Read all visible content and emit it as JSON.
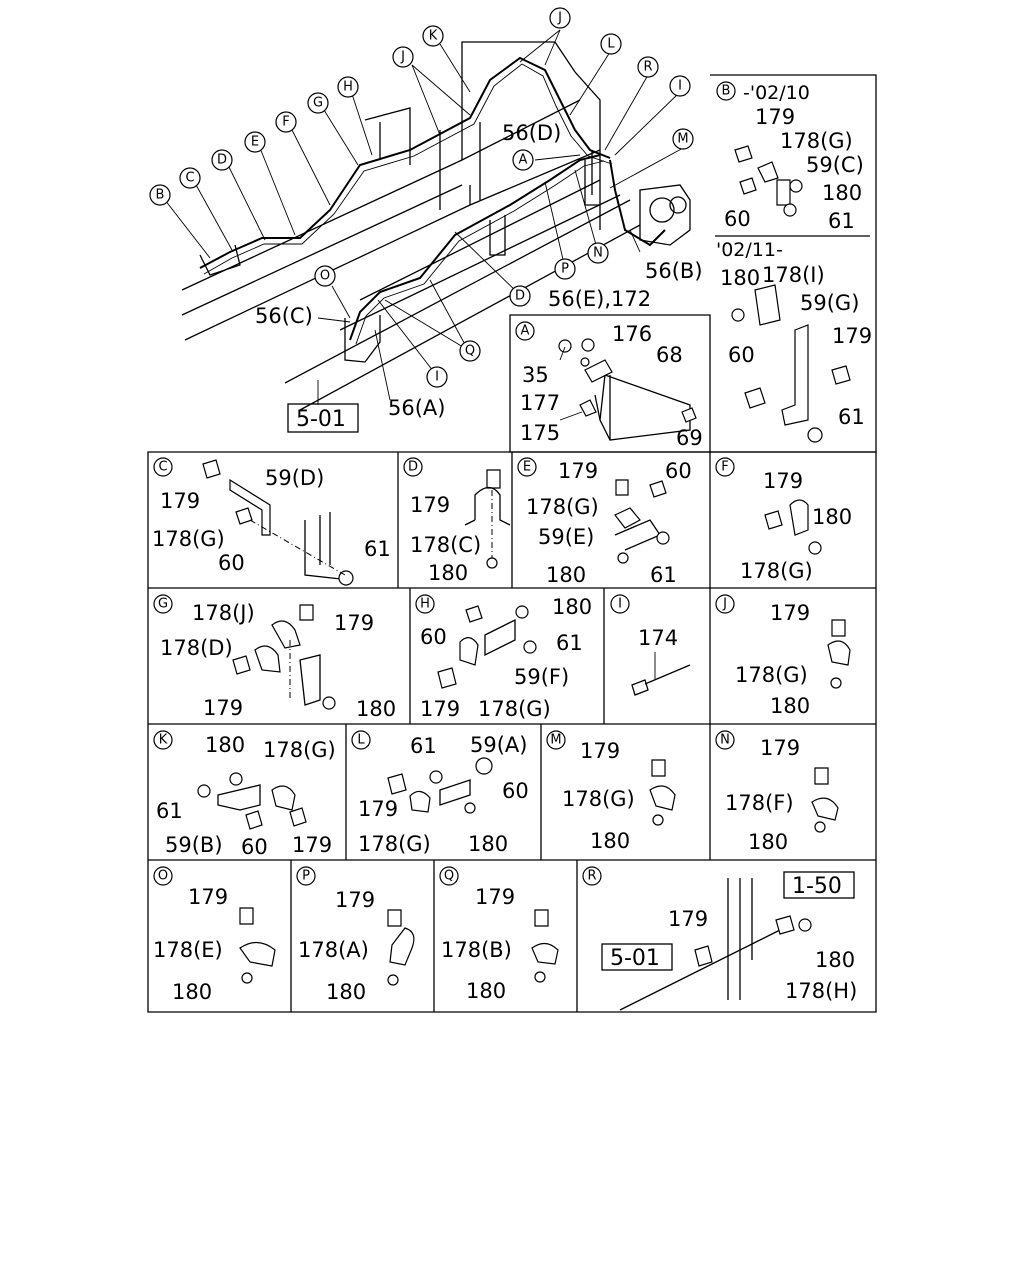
{
  "main": {
    "callouts": [
      "B",
      "C",
      "D",
      "E",
      "F",
      "G",
      "H",
      "J",
      "K",
      "J",
      "L",
      "R",
      "I",
      "M",
      "A",
      "N",
      "P",
      "D",
      "O",
      "Q",
      "I"
    ],
    "labels": [
      "56(D)",
      "56(B)",
      "56(E),172",
      "56(C)",
      "56(A)"
    ],
    "ref": "5-01"
  },
  "panels": [
    {
      "letter": "A",
      "labels": [
        "176",
        "35",
        "68",
        "177",
        "175",
        "69"
      ]
    },
    {
      "letter": "B",
      "subtitle": "-'02/10",
      "labels": [
        "179",
        "178(G)",
        "59(C)",
        "180",
        "60",
        "61"
      ],
      "subtitle2": "'02/11-",
      "labels2": [
        "180",
        "178(I)",
        "59(G)",
        "179",
        "60",
        "61"
      ]
    },
    {
      "letter": "C",
      "labels": [
        "179",
        "59(D)",
        "178(G)",
        "60",
        "61"
      ]
    },
    {
      "letter": "D",
      "labels": [
        "179",
        "178(C)",
        "180"
      ]
    },
    {
      "letter": "E",
      "labels": [
        "179",
        "60",
        "178(G)",
        "59(E)",
        "180",
        "61"
      ]
    },
    {
      "letter": "F",
      "labels": [
        "179",
        "180",
        "178(G)"
      ]
    },
    {
      "letter": "G",
      "labels": [
        "178(J)",
        "179",
        "178(D)",
        "179",
        "180"
      ]
    },
    {
      "letter": "H",
      "labels": [
        "180",
        "60",
        "61",
        "59(F)",
        "179",
        "178(G)"
      ]
    },
    {
      "letter": "I",
      "labels": [
        "174"
      ]
    },
    {
      "letter": "J",
      "labels": [
        "179",
        "178(G)",
        "180"
      ]
    },
    {
      "letter": "K",
      "labels": [
        "180",
        "178(G)",
        "61",
        "59(B)",
        "60",
        "179"
      ]
    },
    {
      "letter": "L",
      "labels": [
        "61",
        "59(A)",
        "179",
        "60",
        "178(G)",
        "180"
      ]
    },
    {
      "letter": "M",
      "labels": [
        "179",
        "178(G)",
        "180"
      ]
    },
    {
      "letter": "N",
      "labels": [
        "179",
        "178(F)",
        "180"
      ]
    },
    {
      "letter": "O",
      "labels": [
        "179",
        "178(E)",
        "180"
      ]
    },
    {
      "letter": "P",
      "labels": [
        "179",
        "178(A)",
        "180"
      ]
    },
    {
      "letter": "Q",
      "labels": [
        "179",
        "178(B)",
        "180"
      ]
    },
    {
      "letter": "R",
      "labels": [
        "179",
        "1-50",
        "5-01",
        "180",
        "178(H)"
      ]
    }
  ]
}
